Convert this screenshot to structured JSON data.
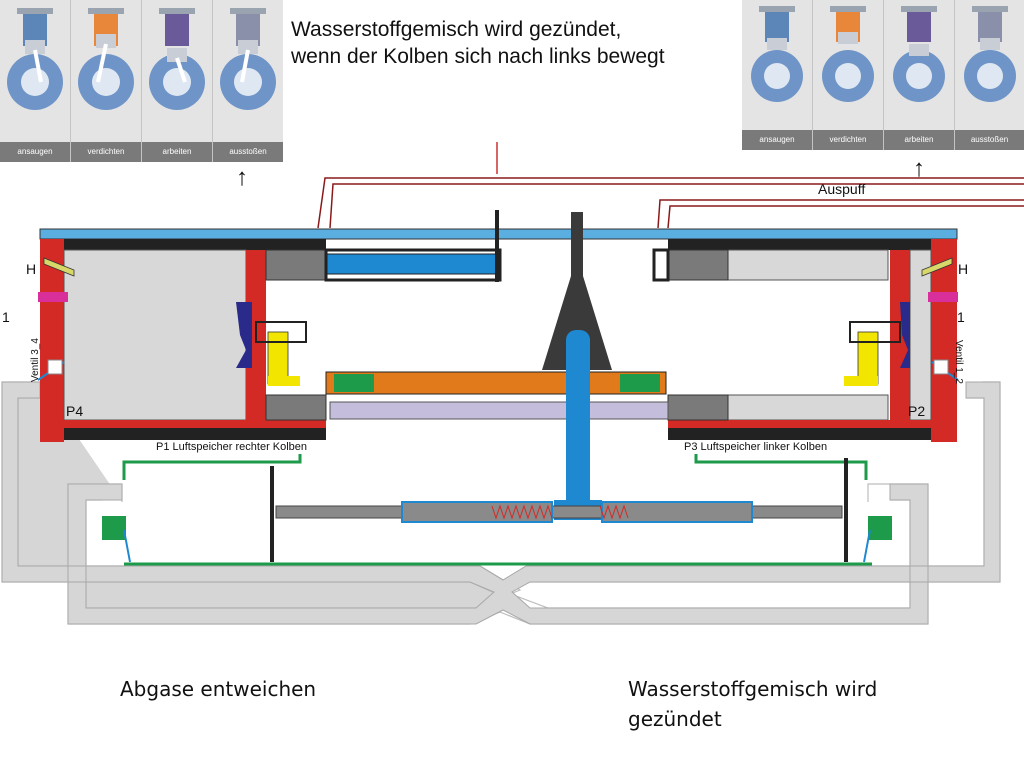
{
  "heading": {
    "line1": "Wasserstoffgemisch wird gezündet,",
    "line2": "wenn der Kolben sich nach links bewegt"
  },
  "engine_strip_left": {
    "steps": [
      "ansaugen",
      "verdichten",
      "arbeiten",
      "ausstoßen"
    ]
  },
  "engine_strip_right": {
    "steps": [
      "ansaugen",
      "verdichten",
      "arbeiten",
      "ausstoßen"
    ]
  },
  "arrows": {
    "glyph": "↑"
  },
  "labels": {
    "auspuff": "Auspuff",
    "h_left": "H",
    "h_right": "H",
    "one_left": "1",
    "one_right": "1",
    "p4": "P4",
    "p2": "P2",
    "ventil_left": "Ventil 3_4",
    "ventil_right": "Ventil 1_2",
    "p1": "P1 Luftspeicher rechter Kolben",
    "p3": "P3 Luftspeicher linker Kolben"
  },
  "captions": {
    "left": "Abgase entweichen",
    "right_line1": "Wasserstoffgemisch wird",
    "right_line2": "gezündet"
  },
  "colors": {
    "cylinder_wall": "#d42a26",
    "blue_bar": "#5aaee0",
    "tube_blue": "#1e88d0",
    "rod_orange": "#e07a1a",
    "seal_green": "#1d9a4a",
    "yellow_part": "#f2e600",
    "valve_navy": "#2a2a8a",
    "piston_gray": "#7a7a7a",
    "channel_gray": "#d6d6d6",
    "lavender": "#c4bedc",
    "cone_dark": "#3a3a3a",
    "exhaust_line": "#8a1a1a"
  }
}
